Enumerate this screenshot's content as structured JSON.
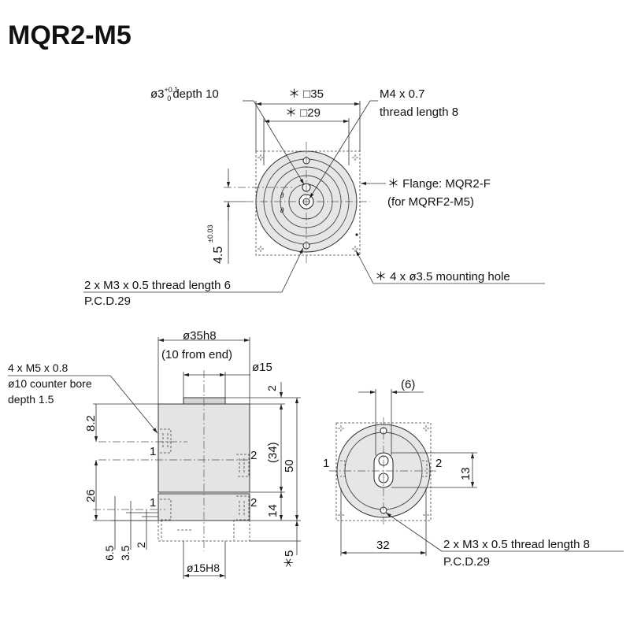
{
  "title": "MQR2-M5",
  "top_view": {
    "hole_label": "ø3",
    "hole_tol_upper": "+0.1",
    "hole_tol_lower": "0",
    "hole_depth": "depth 10",
    "sq35": "＊ □35",
    "sq29": "＊ □29",
    "m4_line1": "M4 x 0.7",
    "m4_line2": "thread length 8",
    "flange_line1": "＊ Flange: MQR2-F",
    "flange_line2": "(for MQRF2-M5)",
    "dim_45": "4.5",
    "dim_45_tol": "±0.03",
    "m3_line1": "2 x M3 x 0.5 thread length 6",
    "m3_line2": "P.C.D.29",
    "mount_hole": "＊ 4 x ø3.5 mounting hole"
  },
  "side_view": {
    "dia35": "ø35h8",
    "from_end": "(10 from end)",
    "dia15": "ø15",
    "m5_line1": "4 x M5 x 0.8",
    "m5_line2": "ø10 counter bore",
    "m5_line3": "depth 1.5",
    "d82": "8.2",
    "d26": "26",
    "d2_top": "2",
    "d34": "(34)",
    "d50": "50",
    "d14": "14",
    "d65": "6.5",
    "d35": "3.5",
    "d2_bot": "2",
    "d5": "＊5",
    "dia15h8": "ø15H8",
    "port1_a": "1",
    "port2_a": "2",
    "port1_b": "1",
    "port2_b": "2"
  },
  "bottom_view": {
    "d6": "(6)",
    "d13": "13",
    "d32": "32",
    "port1": "1",
    "port2": "2",
    "m3_line1": "2 x M3 x 0.5 thread length 8",
    "m3_line2": "P.C.D.29"
  }
}
